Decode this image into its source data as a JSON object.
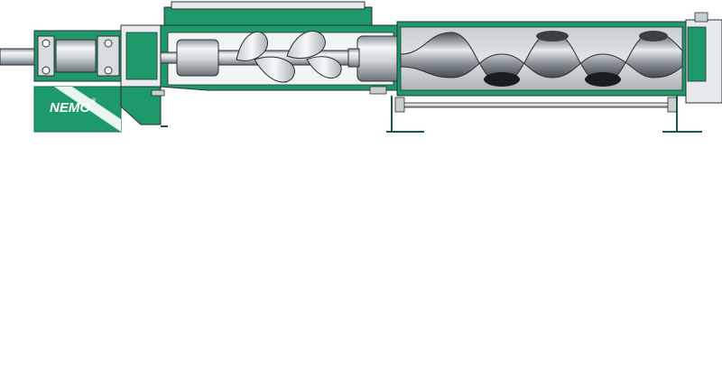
{
  "diagram": {
    "brand_logo_text": "NEMO",
    "logo_registered_mark": "®",
    "colors": {
      "housing_green": "#1e9a6a",
      "housing_dark_green": "#0f6b4a",
      "steel_light": "#e6eaec",
      "steel_mid": "#b7bec3",
      "steel_dark": "#5f676d",
      "rotor_dark": "#2b2f33",
      "outline": "#2a2f33",
      "base_line": "#1a5a45"
    },
    "components": [
      "drive-shaft",
      "bearing-housing",
      "coupling-rod",
      "auger-screw",
      "universal-joint",
      "rotor",
      "stator",
      "tie-rod",
      "discharge-flange",
      "support-feet"
    ]
  }
}
